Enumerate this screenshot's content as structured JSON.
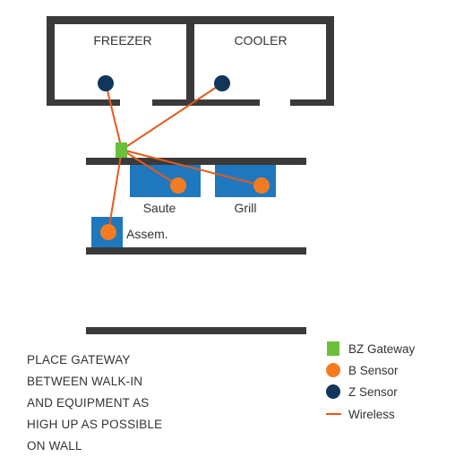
{
  "rooms": {
    "freezer": "FREEZER",
    "cooler": "COOLER"
  },
  "equipment": {
    "saute": "Saute",
    "grill": "Grill",
    "assem": "Assem."
  },
  "note_lines": [
    "PLACE GATEWAY",
    "BETWEEN WALK-IN",
    "AND EQUIPMENT AS",
    "HIGH UP AS POSSIBLE",
    "ON WALL"
  ],
  "legend": {
    "gateway": "BZ Gateway",
    "b_sensor": "B Sensor",
    "z_sensor": "Z Sensor",
    "wireless": "Wireless"
  },
  "colors": {
    "wall": "#3a3a3a",
    "equipment": "#1f78be",
    "gateway": "#6cbf3b",
    "b_sensor": "#f47b20",
    "z_sensor": "#12355b",
    "wireless": "#e35a1c",
    "text": "#333333"
  }
}
